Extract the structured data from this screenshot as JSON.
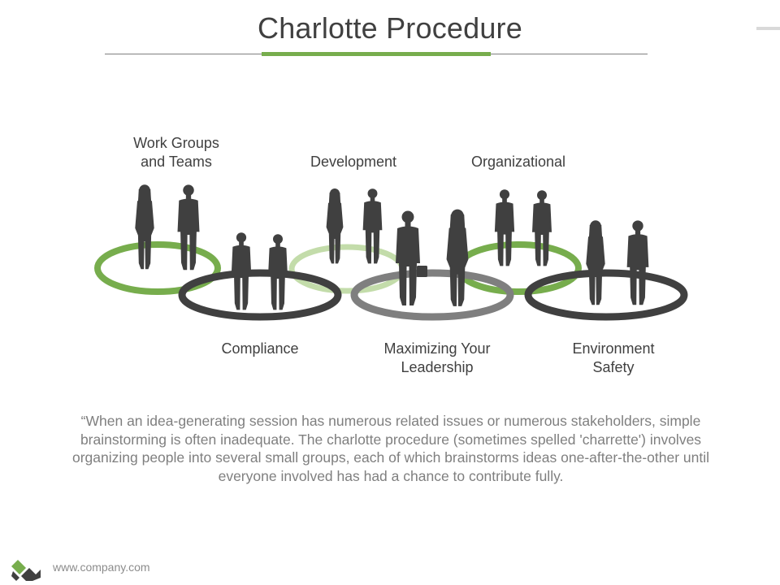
{
  "title": "Charlotte Procedure",
  "colors": {
    "accent_green": "#77ad4d",
    "light_green": "#c3dcaa",
    "dark_gray": "#404040",
    "mid_gray": "#7f7f7f",
    "rule_gray": "#7f7f7f"
  },
  "groups": [
    {
      "label": "Work Groups\nand Teams",
      "ring": "green"
    },
    {
      "label": "Compliance",
      "ring": "dark"
    },
    {
      "label": "Development",
      "ring": "light-green"
    },
    {
      "label": "Maximizing Your\nLeadership",
      "ring": "gray"
    },
    {
      "label": "Organizational",
      "ring": "green"
    },
    {
      "label": "Environment\nSafety",
      "ring": "dark"
    }
  ],
  "quote": "“When an idea-generating session has numerous related issues or numerous stakeholders, simple brainstorming is often inadequate. The charlotte procedure (sometimes spelled 'charrette') involves organizing people into several small groups, each of which brainstorms ideas one-after-the-other until everyone involved has had a chance to contribute fully.",
  "footer": {
    "url": "www.company.com"
  }
}
